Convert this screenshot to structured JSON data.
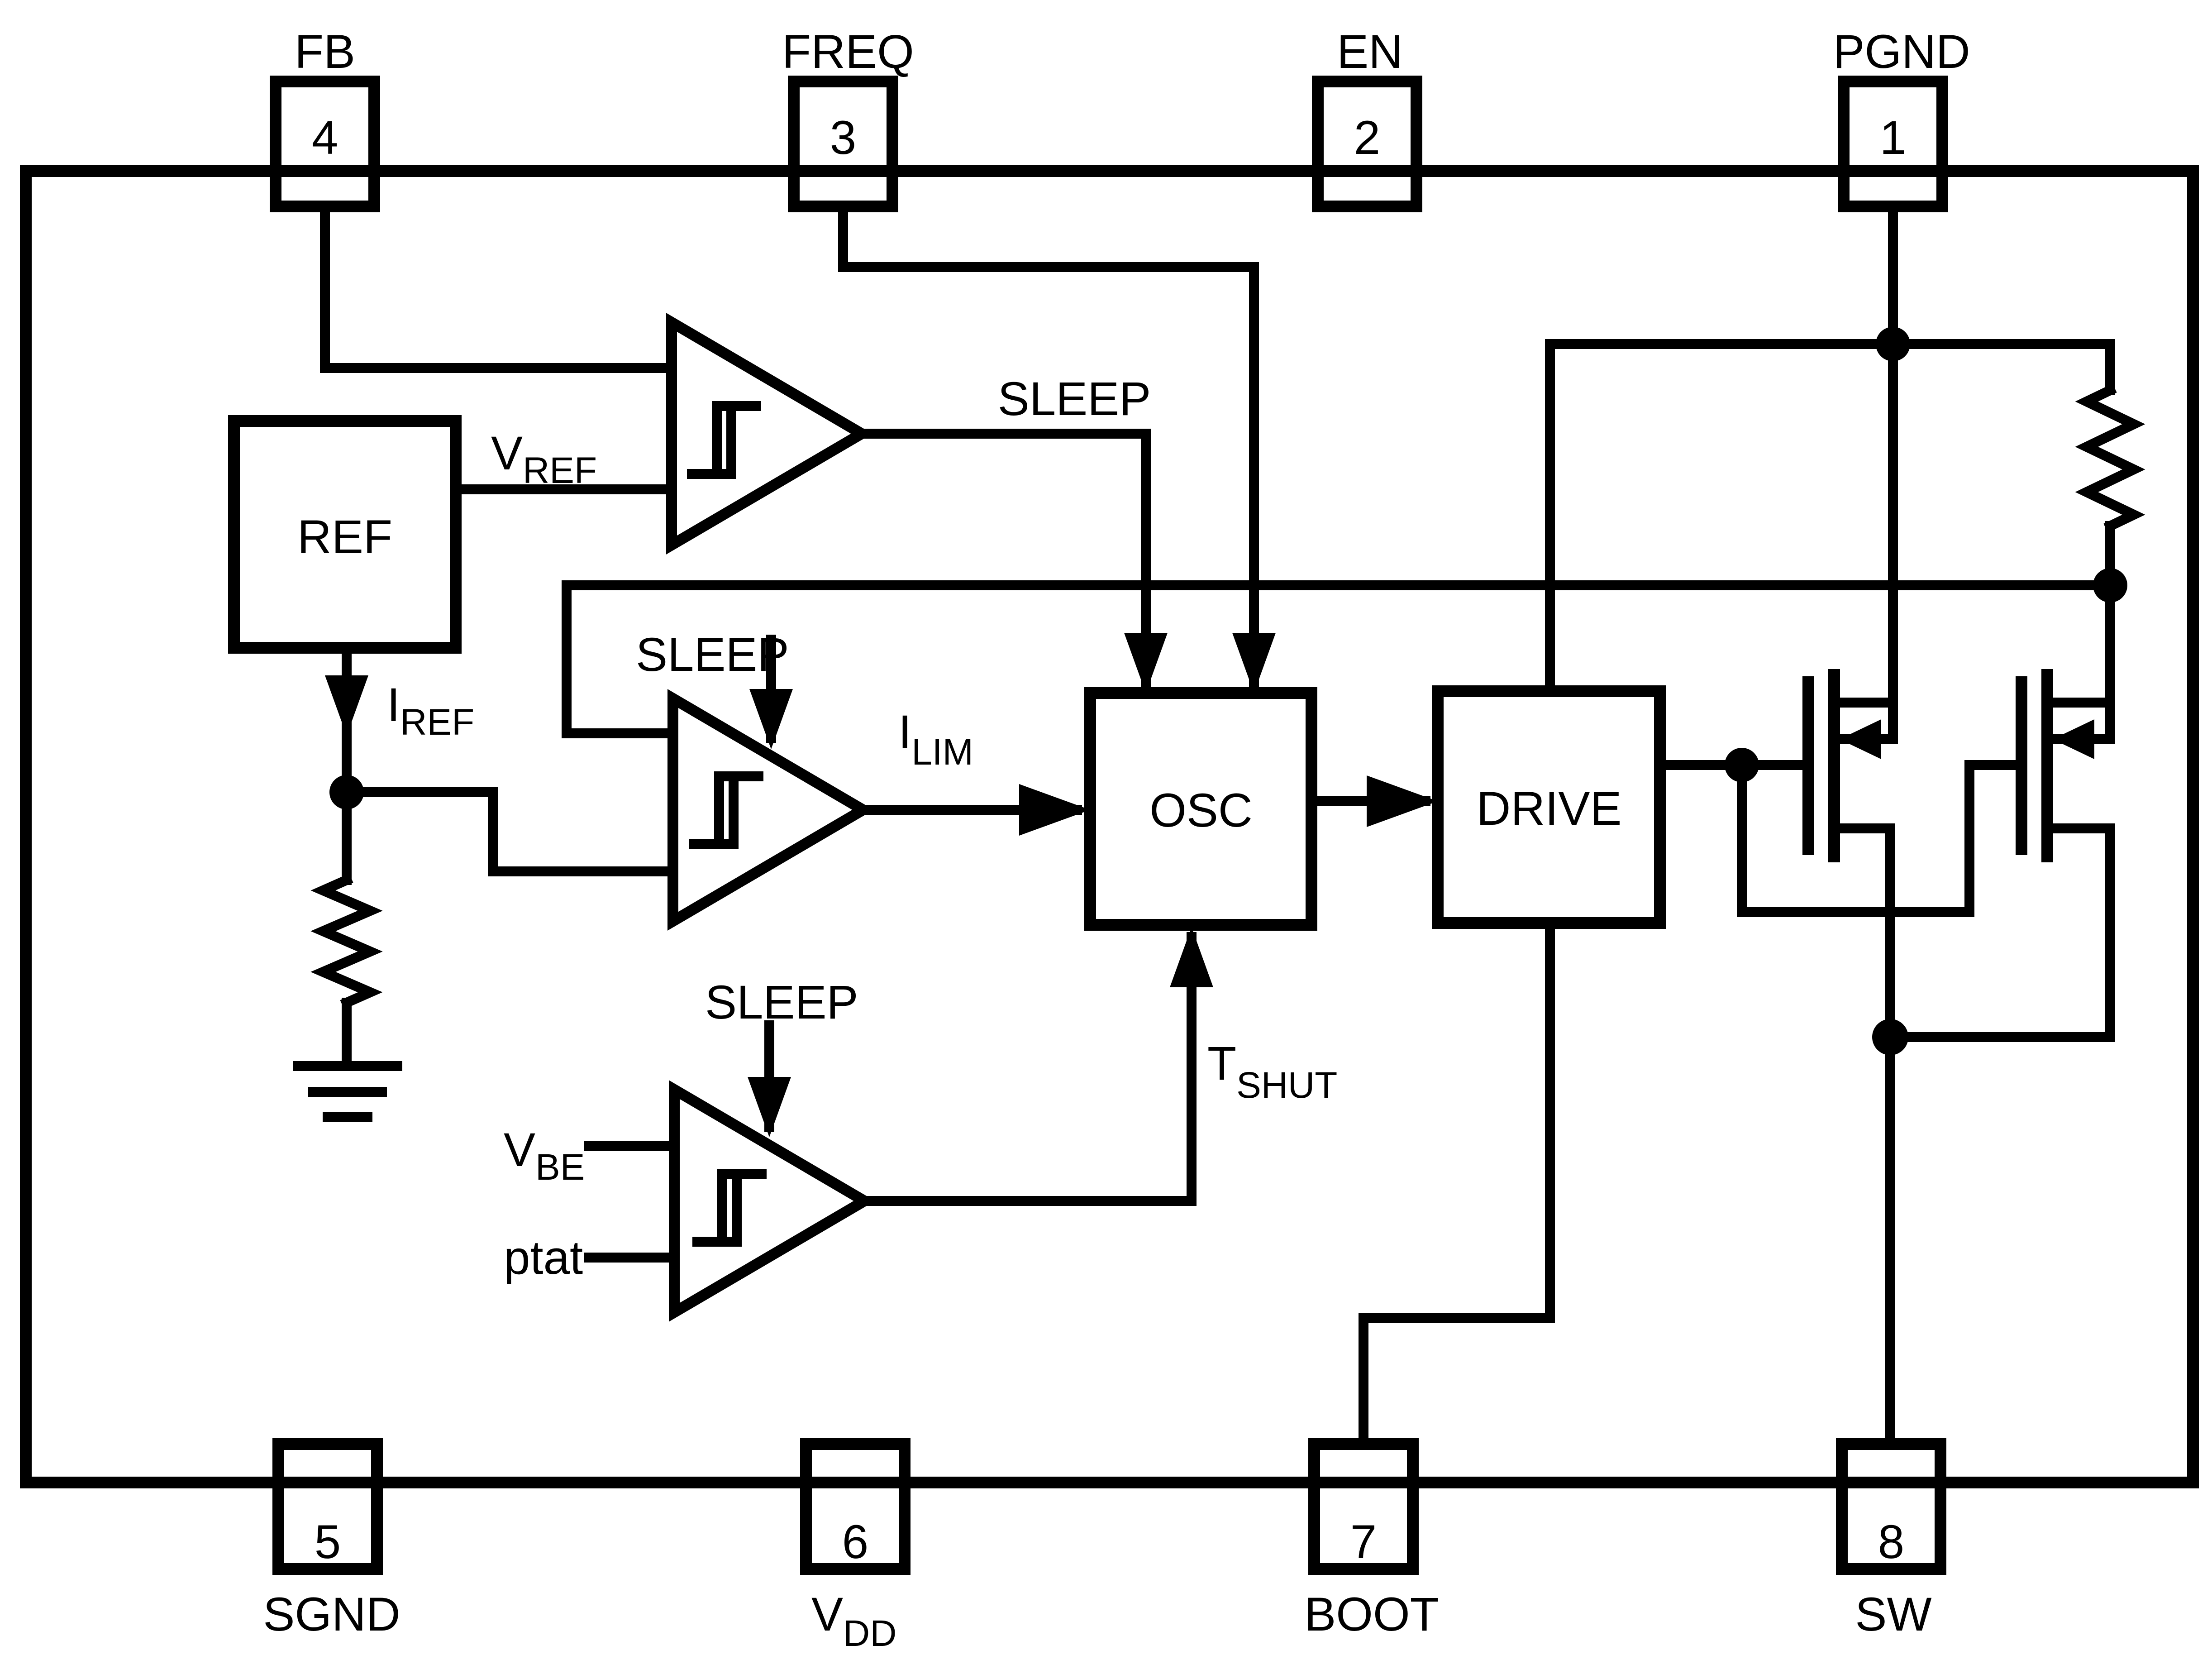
{
  "diagram": {
    "type": "ic-functional-block-diagram",
    "background_color": "#ffffff",
    "line_color": "#000000"
  },
  "pins": {
    "top": [
      {
        "number": "4",
        "label": "FB"
      },
      {
        "number": "3",
        "label": "FREQ"
      },
      {
        "number": "2",
        "label": "EN"
      },
      {
        "number": "1",
        "label": "PGND"
      }
    ],
    "bottom": [
      {
        "number": "5",
        "label": "SGND"
      },
      {
        "number": "6",
        "label": "V",
        "label_sub": "DD"
      },
      {
        "number": "7",
        "label": "BOOT"
      },
      {
        "number": "8",
        "label": "SW"
      }
    ]
  },
  "blocks": {
    "ref": "REF",
    "osc": "OSC",
    "drive": "DRIVE"
  },
  "signals": {
    "vref_base": "V",
    "vref_sub": "REF",
    "iref_base": "I",
    "iref_sub": "REF",
    "ilim_base": "I",
    "ilim_sub": "LIM",
    "tshut_base": "T",
    "tshut_sub": "SHUT",
    "vbe_base": "V",
    "vbe_sub": "BE",
    "ptat": "ptat",
    "sleep_comparator_out": "SLEEP",
    "sleep_ilim_comparator": "SLEEP",
    "sleep_thermal_comparator": "SLEEP"
  }
}
